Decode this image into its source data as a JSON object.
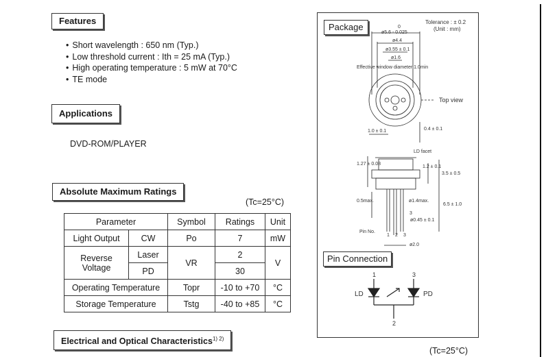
{
  "features": {
    "title": "Features",
    "items": [
      "Short wavelength : 650 nm (Typ.)",
      "Low threshold current : Ith = 25 mA (Typ.)",
      "High operating temperature : 5 mW at 70°C",
      "TE mode"
    ]
  },
  "applications": {
    "title": "Applications",
    "text": "DVD-ROM/PLAYER"
  },
  "ratings": {
    "title": "Absolute Maximum Ratings",
    "condition": "(Tc=25°C)",
    "headers": [
      "Parameter",
      "Symbol",
      "Ratings",
      "Unit"
    ],
    "light_output": {
      "param": "Light Output",
      "sub": "CW",
      "symbol": "Po",
      "rating": "7",
      "unit": "mW"
    },
    "reverse_voltage": {
      "param_line1": "Reverse",
      "param_line2": "Voltage",
      "sub1": "Laser",
      "sub2": "PD",
      "symbol": "VR",
      "rating1": "2",
      "rating2": "30",
      "unit": "V"
    },
    "operating_temp": {
      "param": "Operating Temperature",
      "symbol": "Topr",
      "rating": "-10 to +70",
      "unit": "°C"
    },
    "storage_temp": {
      "param": "Storage Temperature",
      "symbol": "Tstg",
      "rating": "-40 to +85",
      "unit": "°C"
    }
  },
  "electrical": {
    "title": "Electrical and Optical Characteristics",
    "superscript": "1) 2)",
    "condition": "(Tc=25°C)"
  },
  "package": {
    "title": "Package",
    "tolerance": "Tolerance : ± 0.2",
    "unit": "(Unit : mm)",
    "dim_outer_top": "0",
    "dim_outer": "ø5.6 - 0.025",
    "dim_44": "ø4.4",
    "dim_355": "ø3.55 ± 0.1",
    "dim_16": "ø1.6",
    "window_label": "Effective window diameter 1.0min",
    "top_view": "Top view",
    "dim_10": "1.0 ± 0.1",
    "dim_04": "0.4 ± 0.1",
    "ld_facet": "LD facet",
    "dim_127": "1.27 ± 0.08",
    "dim_12": "1.2 ± 0.1",
    "dim_35": "3.5 ± 0.5",
    "dim_05max": "0.5max.",
    "dim_14max": "ø1.4max.",
    "dim_65": "6.5 ± 1.0",
    "dim_3": "3",
    "dim_045": "ø0.45 ± 0.1",
    "pin_no": "Pin No.",
    "pin_labels": [
      "1",
      "2",
      "3"
    ],
    "dim_20": "ø2.0"
  },
  "pin_connection": {
    "title": "Pin Connection",
    "pin1": "1",
    "pin2": "2",
    "pin3": "3",
    "ld": "LD",
    "pd": "PD"
  }
}
